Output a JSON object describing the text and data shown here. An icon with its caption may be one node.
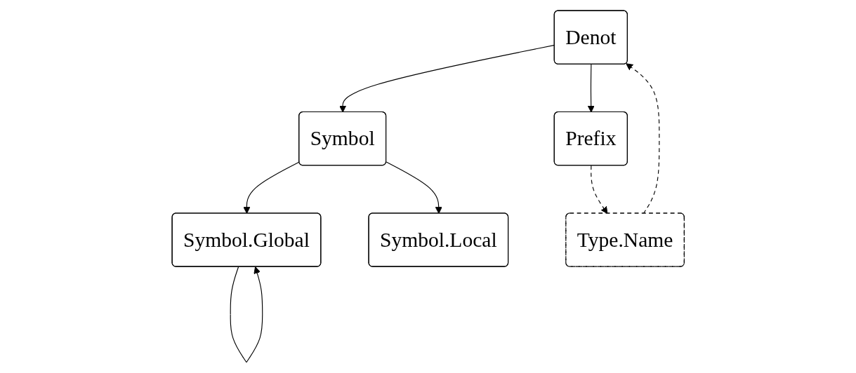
{
  "diagram": {
    "nodes": [
      {
        "text": [
          "Denot"
        ]
      },
      {
        "text": [
          "Symbol"
        ]
      },
      {
        "text": [
          "Prefix"
        ]
      },
      {
        "text": [
          "Symbol.Global"
        ]
      },
      {
        "text": [
          "Symbol.Local"
        ]
      },
      {
        "text": [
          "Type.Name"
        ]
      }
    ],
    "edges": [
      {
        "from": 0,
        "to": 1,
        "arrow": "to"
      },
      {
        "from": 0,
        "to": 2,
        "arrow": "to"
      },
      {
        "from": 1,
        "to": 3,
        "arrow": "to"
      },
      {
        "from": 1,
        "to": 4,
        "arrow": "to"
      },
      {
        "from": 3,
        "to": 3,
        "arrow": "to"
      },
      {
        "from": 2,
        "to": 5,
        "arrow": "to",
        "style": "dashed"
      },
      {
        "from": 5,
        "to": 0,
        "arrow": "to",
        "style": "dashed"
      }
    ]
  }
}
